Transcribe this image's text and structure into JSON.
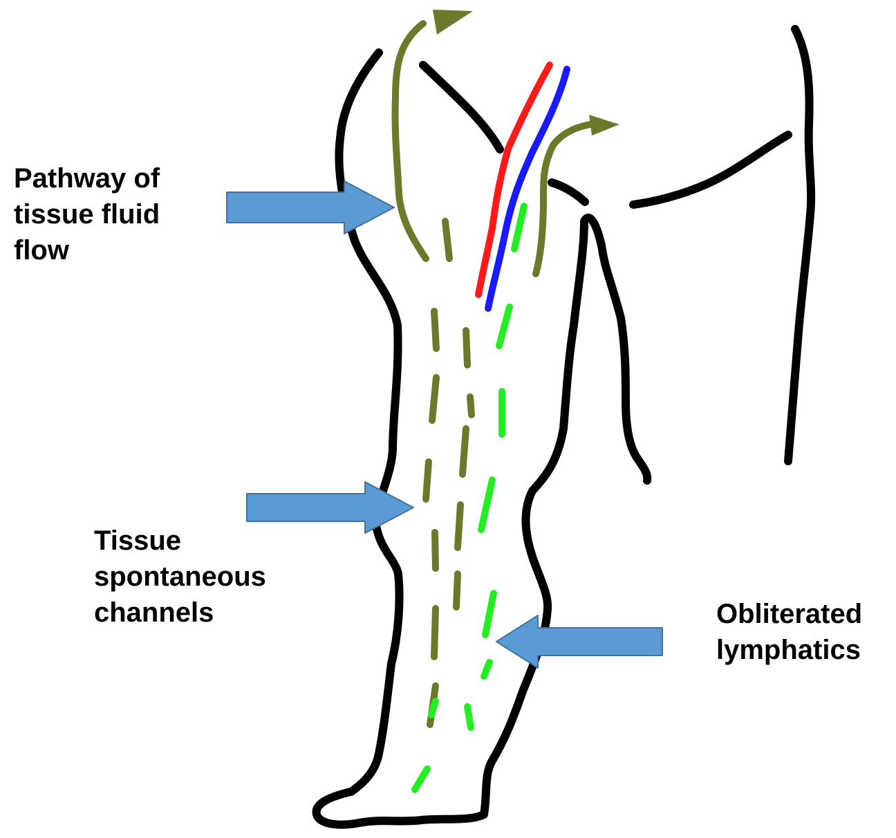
{
  "labels": {
    "pathway": [
      "Pathway of",
      "tissue fluid",
      "flow"
    ],
    "tissue_channels": [
      "Tissue",
      "spontaneous",
      "channels"
    ],
    "obliterated": [
      "Obliterated",
      "lymphatics"
    ]
  },
  "colors": {
    "outline": "#000000",
    "artery": "#ff1a1a",
    "vein": "#1a1aff",
    "tissue_fluid_flow": "#6b7a2a",
    "lymphatic_channels": "#22ee22",
    "arrow_fill": "#5b9bd5",
    "arrow_stroke": "#41719c"
  },
  "icons": {
    "leg": "leg-outline-icon",
    "arrow": "block-arrow-icon"
  }
}
